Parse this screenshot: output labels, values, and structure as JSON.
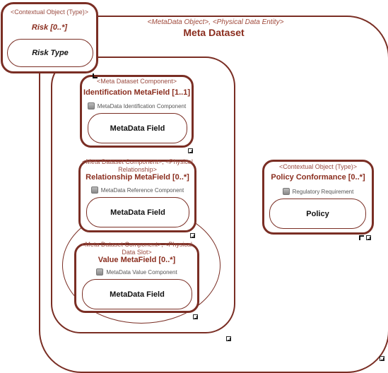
{
  "meta_dataset": {
    "stereotype": "<MetaData Object>, <Physical Data Entity>",
    "title": "Meta Dataset"
  },
  "risk": {
    "stereotype": "<Contextual Object (Type)>",
    "title": "Risk [0..*]",
    "field": "Risk Type"
  },
  "identification": {
    "stereotype": "<Meta Dataset Component>",
    "title": "Identification MetaField [1..1]",
    "component": "MetaData Identification Component",
    "field": "MetaData Field"
  },
  "relationship": {
    "stereotype_line1": "<Meta Dataset Component>, <Physical",
    "stereotype_line2": "Relationship>",
    "title": "Relationship MetaField [0..*]",
    "component": "MetaData Reference Component",
    "field": "MetaData Field"
  },
  "value": {
    "stereotype_line1": "<Meta Dataset Component>, <Physical",
    "stereotype_line2": "Data Slot>",
    "title": "Value MetaField [0..*]",
    "component": "MetaData Value Component",
    "field": "MetaData Field"
  },
  "policy": {
    "stereotype": "<Contextual Object (Type)>",
    "title": "Policy Conformance [0..*]",
    "component": "Regulatory Requirement",
    "field": "Policy"
  }
}
